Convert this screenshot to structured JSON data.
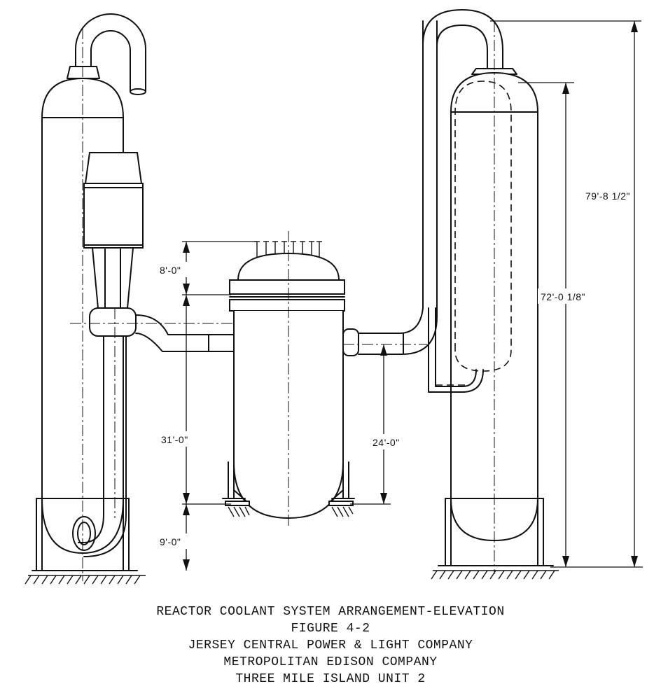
{
  "dimensions": {
    "overall_height": "79'-8 1/2\"",
    "steam_generator_height": "72'-0 1/8\"",
    "head_height": "8'-0\"",
    "vessel_height": "31'-0\"",
    "nozzle_elevation": "24'-0\"",
    "support_height": "9'-0\""
  },
  "caption": {
    "line1": "REACTOR COOLANT SYSTEM ARRANGEMENT-ELEVATION",
    "line2": "FIGURE 4-2",
    "line3": "JERSEY CENTRAL POWER & LIGHT COMPANY",
    "line4": "METROPOLITAN EDISON COMPANY",
    "line5": "THREE MILE ISLAND UNIT 2"
  }
}
